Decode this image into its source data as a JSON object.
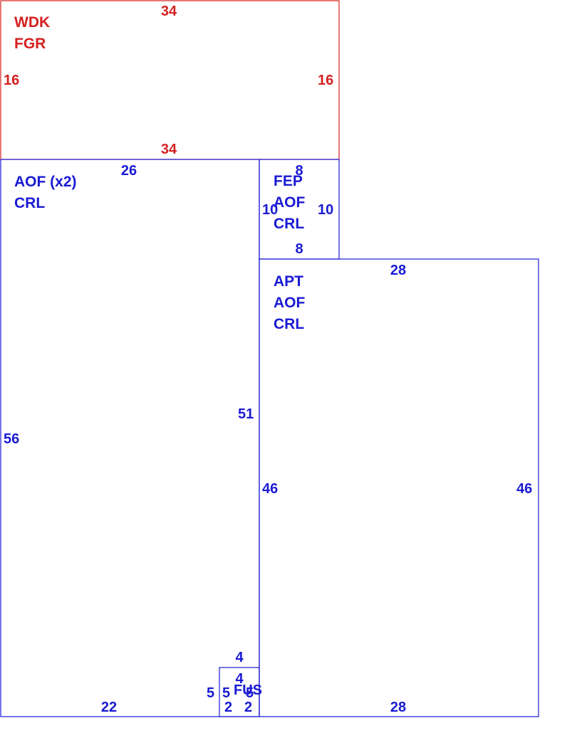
{
  "colors": {
    "red": "#d42020",
    "blue": "#1a1ad4"
  },
  "rooms": {
    "top_red": {
      "line1": "WDK",
      "line2": "FGR",
      "top": "34",
      "bottom": "34",
      "left": "16",
      "right": "16"
    },
    "left_big": {
      "line1": "AOF (x2)",
      "line2": "CRL",
      "top": "26",
      "left": "56",
      "right": "51",
      "bottom": "22"
    },
    "small_top": {
      "line1": "FEP",
      "line2": "AOF",
      "line3": "CRL",
      "top": "8",
      "bottom": "8",
      "left": "10",
      "right": "10"
    },
    "right_big": {
      "line1": "APT",
      "line2": "AOF",
      "line3": "CRL",
      "top": "28",
      "bottom": "28",
      "left": "46",
      "right": "46"
    },
    "tiny": {
      "label": "FUS",
      "top": "4",
      "inner_top": "4",
      "left_outer": "5",
      "left_inner": "5",
      "right_inner": "5",
      "bottom_left": "2",
      "bottom_right": "2"
    }
  }
}
